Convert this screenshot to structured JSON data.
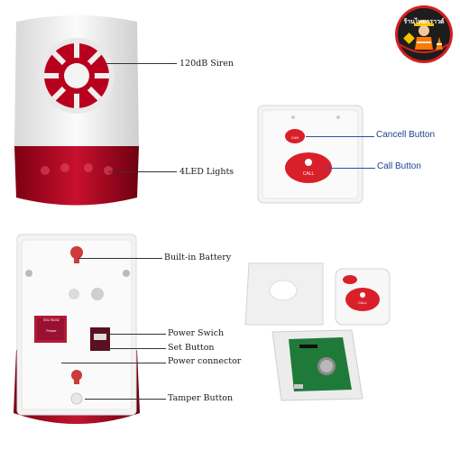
{
  "colors": {
    "siren_red": "#a8001c",
    "body_white": "#f2f2f2",
    "call_red": "#d9202a",
    "pcb_green": "#1f7a3a",
    "label_blue": "#1f3f8f",
    "logo_bg": "#1d1d1d",
    "logo_ring": "#d42020"
  },
  "logo": {
    "icon": "worker-mascot-icon",
    "text": "ร้านไทยกราวด์"
  },
  "labels": {
    "siren": "120dB Siren",
    "led": "4LED Lights",
    "cancel": "Cancell Button",
    "call": "Call Button",
    "battery": "Built-in Battery",
    "power_switch": "Power Swich",
    "set_button": "Set Button",
    "power_connector": "Power connector",
    "tamper": "Tamper Button"
  },
  "device_text": {
    "cancel_button": "CAN",
    "call_button": "CALL",
    "serial": "00176032",
    "power_mark": "Power",
    "remote_call": "CALL"
  }
}
